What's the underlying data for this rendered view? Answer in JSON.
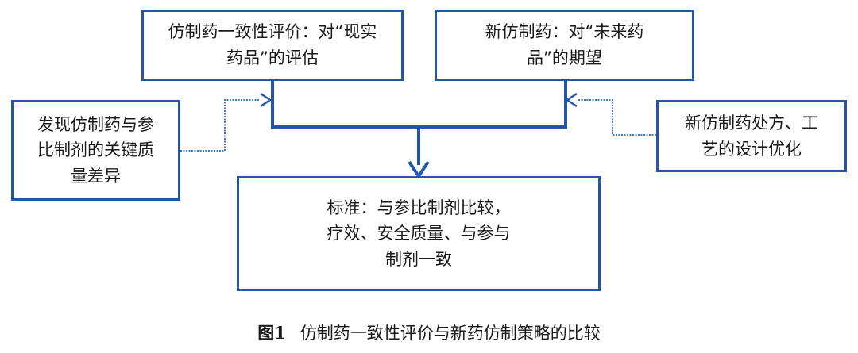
{
  "diagram": {
    "box_top_left": "仿制药一致性评价：对“现实\n药品”的评估",
    "box_top_right": "新仿制药：对“未来药\n品”的期望",
    "box_left": "发现仿制药与参\n比制剂的关键质\n量差异",
    "box_right": "新仿制药处方、工\n艺的设计优化",
    "box_center": "标准：与参比制剂比较，\n疗效、安全质量、与参与\n制剂一致"
  },
  "caption": {
    "figure_number": "图1",
    "text": "仿制药一致性评价与新药仿制策略的比较"
  },
  "colors": {
    "border": "#2456a6",
    "arrow": "#2456a6"
  }
}
